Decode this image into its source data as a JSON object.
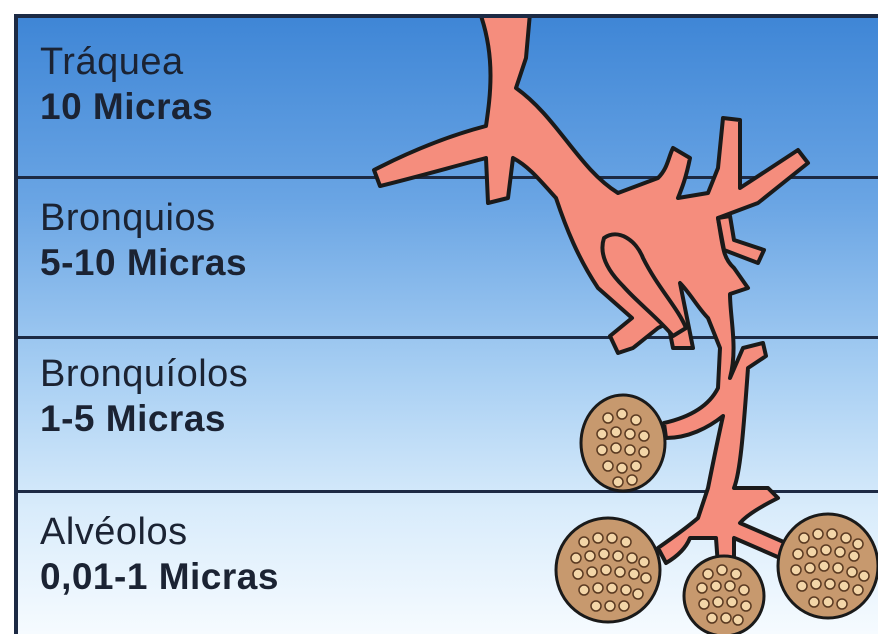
{
  "levels": [
    {
      "name": "Tráquea",
      "size": "10 Micras"
    },
    {
      "name": "Bronquios",
      "size": "5-10 Micras"
    },
    {
      "name": "Bronquíolos",
      "size": "1-5 Micras"
    },
    {
      "name": "Alvéolos",
      "size": "0,01-1 Micras"
    }
  ],
  "colors": {
    "band_top": "#3f86d6",
    "band_bottom": "#f6fbff",
    "divider": "#1c2a44",
    "airway_fill": "#f58d7d",
    "airway_outline": "#1a1a1a",
    "alveolus_fill": "#c7996e",
    "alveolus_dot": "#f3d6a8"
  }
}
